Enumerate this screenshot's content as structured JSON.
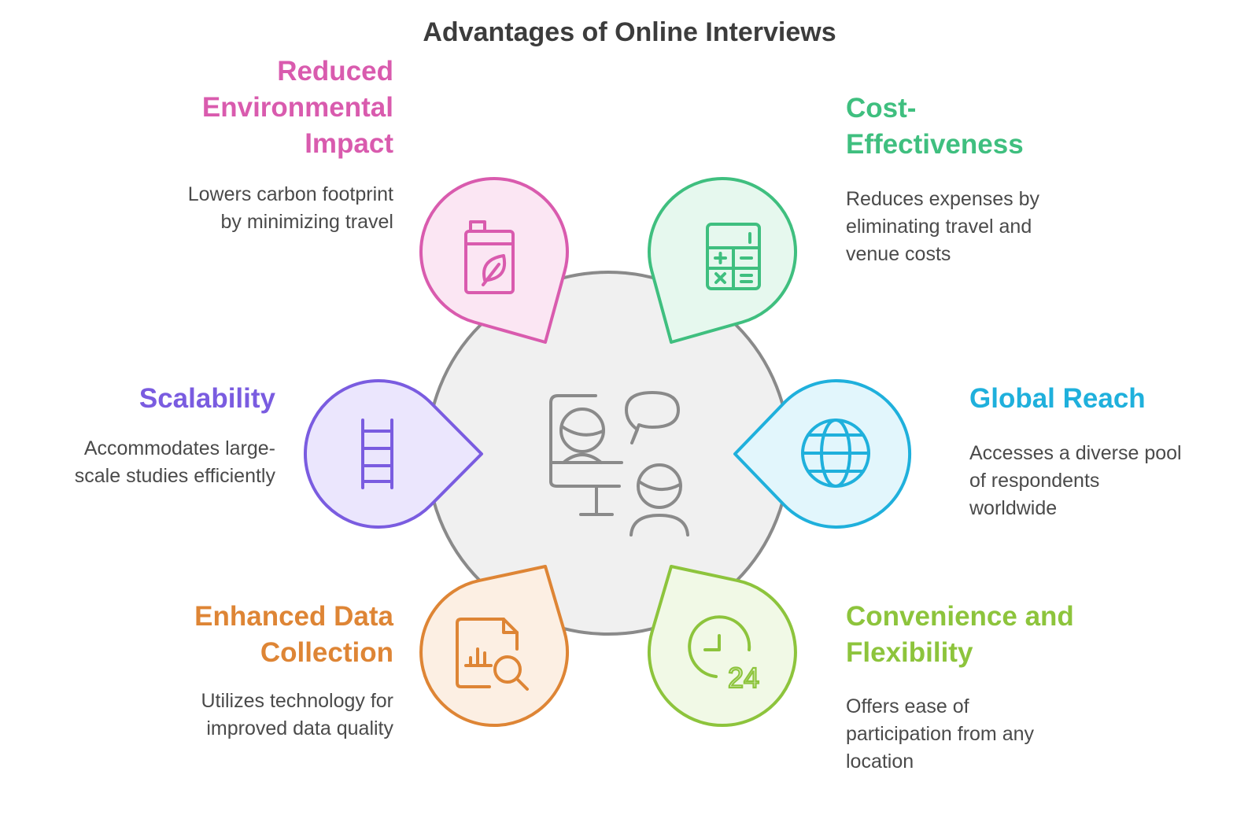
{
  "title": "Advantages of Online Interviews",
  "colors": {
    "center_fill": "#f0f0f0",
    "center_stroke": "#8a8a8a",
    "title": "#3c3c3c",
    "text": "#4a4a4a"
  },
  "items": [
    {
      "key": "environment",
      "label": "Reduced Environmental Impact",
      "label_lines": [
        "Reduced",
        "Environmental",
        "Impact"
      ],
      "description_lines": [
        "Lowers carbon footprint",
        "by minimizing travel"
      ],
      "icon": "battery-leaf-icon",
      "color": "#d95bae",
      "fill": "#fbe6f3"
    },
    {
      "key": "cost",
      "label": "Cost-Effectiveness",
      "label_lines": [
        "Cost-",
        "Effectiveness"
      ],
      "description_lines": [
        "Reduces expenses by",
        "eliminating travel and",
        "venue costs"
      ],
      "icon": "calculator-icon",
      "color": "#3fbf7f",
      "fill": "#e6f8ee"
    },
    {
      "key": "scalability",
      "label": "Scalability",
      "label_lines": [
        "Scalability"
      ],
      "description_lines": [
        "Accommodates large-",
        "scale studies efficiently"
      ],
      "icon": "ladder-icon",
      "color": "#7a5ce0",
      "fill": "#ebe6fd"
    },
    {
      "key": "global",
      "label": "Global Reach",
      "label_lines": [
        "Global Reach"
      ],
      "description_lines": [
        "Accesses a diverse pool",
        "of respondents",
        "worldwide"
      ],
      "icon": "globe-icon",
      "color": "#1fb0dc",
      "fill": "#e2f6fc"
    },
    {
      "key": "data",
      "label": "Enhanced Data Collection",
      "label_lines": [
        "Enhanced Data",
        "Collection"
      ],
      "description_lines": [
        "Utilizes technology for",
        "improved data quality"
      ],
      "icon": "document-chart-search-icon",
      "color": "#de8535",
      "fill": "#fcefe3"
    },
    {
      "key": "convenience",
      "label": "Convenience and Flexibility",
      "label_lines": [
        "Convenience and",
        "Flexibility"
      ],
      "description_lines": [
        "Offers ease of",
        "participation from any",
        "location"
      ],
      "icon": "clock-24-icon",
      "color": "#8dc43c",
      "fill": "#f1f9e6"
    }
  ],
  "center_icon": "video-interview-icon"
}
